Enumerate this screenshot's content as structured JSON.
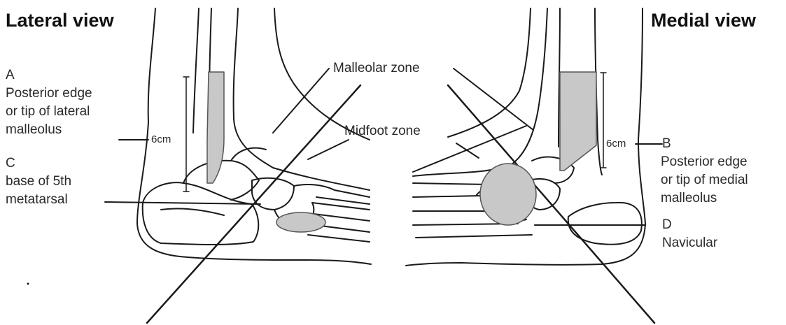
{
  "headings": {
    "lateral": "Lateral view",
    "medial": "Medial view"
  },
  "zones": {
    "malleolar": "Malleolar zone",
    "midfoot": "Midfoot zone"
  },
  "points": {
    "a": {
      "letter": "A",
      "line1": "Posterior edge",
      "line2": "or tip of lateral",
      "line3": "malleolus"
    },
    "b": {
      "letter": "B",
      "line1": "Posterior edge",
      "line2": "or tip of medial",
      "line3": "malleolus"
    },
    "c": {
      "letter": "C",
      "line1": "base of 5th",
      "line2": "metatarsal"
    },
    "d": {
      "letter": "D",
      "line1": "Navicular"
    }
  },
  "measurements": {
    "left": "6cm",
    "right": "6cm"
  },
  "colors": {
    "ink": "#1a1a1a",
    "zone_fill": "#c8c8c8",
    "zone_stroke": "#555555"
  }
}
